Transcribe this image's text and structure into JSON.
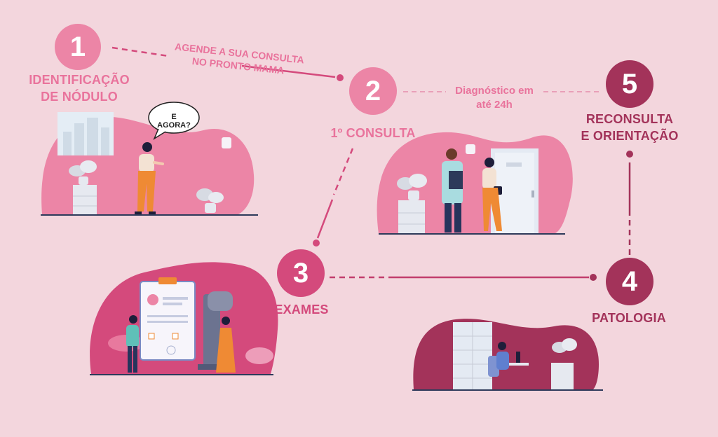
{
  "colors": {
    "background": "#f3d6dd",
    "pink": "#ec85a6",
    "dark_pink": "#a3335a",
    "magenta": "#d44a7c"
  },
  "steps": [
    {
      "number": "1",
      "label": "IDENTIFICAÇÃO",
      "label2": "DE NÓDULO"
    },
    {
      "number": "2",
      "label": "1º CONSULTA"
    },
    {
      "number": "3",
      "label": "EXAMES"
    },
    {
      "number": "4",
      "label": "PATOLOGIA"
    },
    {
      "number": "5",
      "label": "RECONSULTA",
      "label2": "E ORIENTAÇÃO"
    }
  ],
  "connectors": {
    "schedule_line1": "AGENDE A SUA CONSULTA",
    "schedule_line2": "NO PRONTO MAMA",
    "diagnosis_line1": "Diagnóstico em",
    "diagnosis_line2": "até 24h"
  },
  "speech_bubble": "E AGORA?"
}
